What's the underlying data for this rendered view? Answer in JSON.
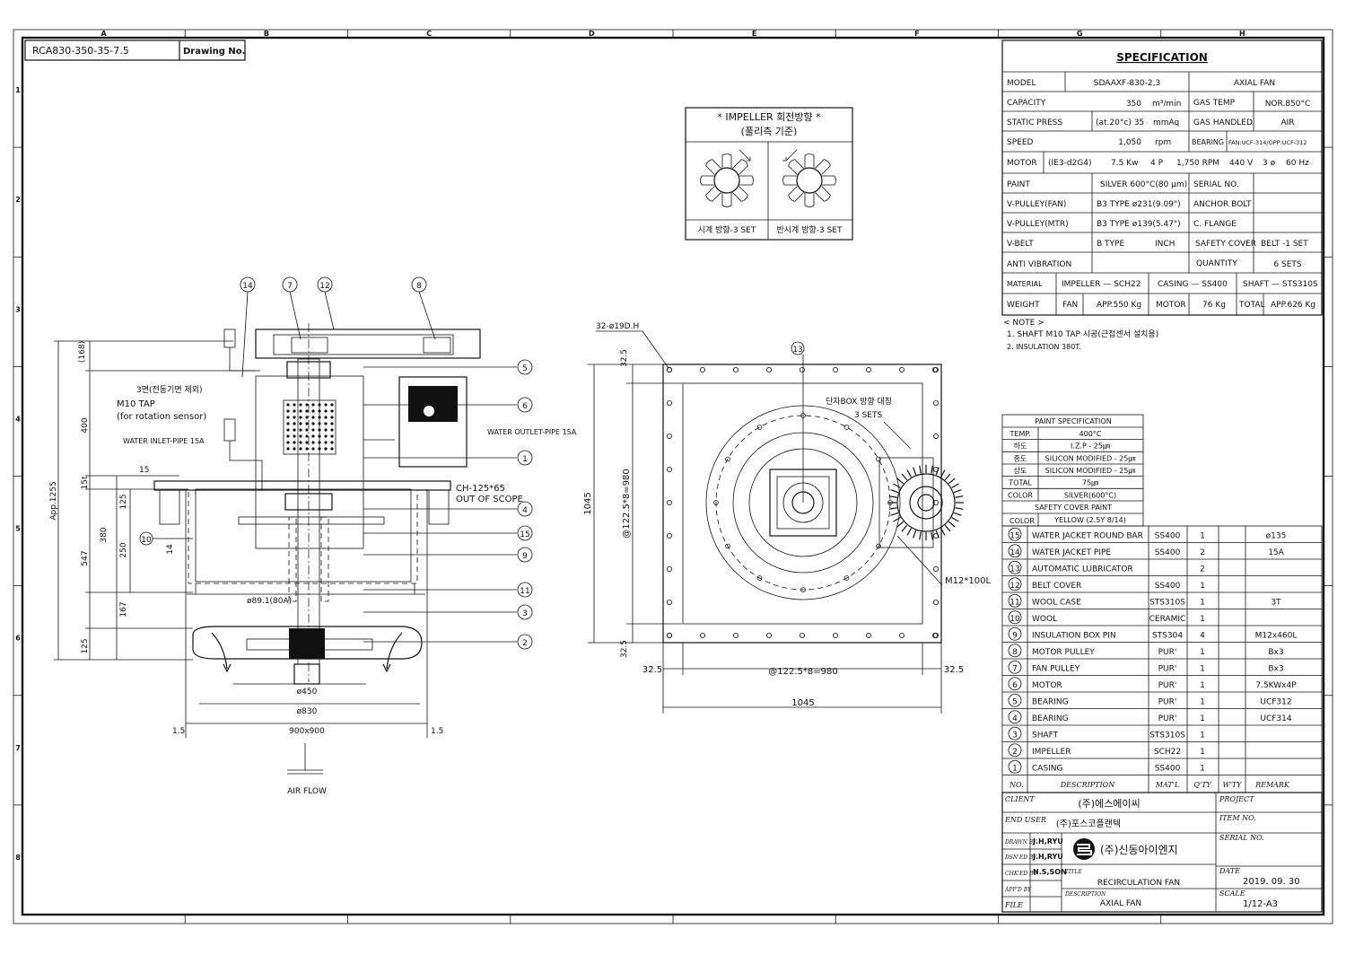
{
  "drawing_no": {
    "label": "Drawing No.",
    "value": "RCA830-350-35-7.5"
  },
  "border": {
    "cols": [
      "A",
      "B",
      "C",
      "D",
      "E",
      "F",
      "G",
      "H"
    ],
    "rows": [
      "1",
      "2",
      "3",
      "4",
      "5",
      "6",
      "7",
      "8"
    ]
  },
  "specification": {
    "title": "SPECIFICATION",
    "model_label": "MODEL",
    "model": "SDAAXF-830-2,3",
    "type": "AXIAL FAN",
    "capacity_label": "CAPACITY",
    "capacity": "350",
    "capacity_unit": "m³/min",
    "gas_temp_label": "GAS TEMP",
    "gas_temp": "NOR.850°C",
    "static_press_label": "STATIC PRESS",
    "static_press": "(at.20°c) 35",
    "static_press_unit": "mmAq",
    "gas_handled_label": "GAS HANDLED",
    "gas_handled": "AIR",
    "speed_label": "SPEED",
    "speed": "1,050",
    "speed_unit": "rpm",
    "bearing_label": "BEARING",
    "bearing": "FAN:UCF-314/OPP:UCF-312",
    "motor_label": "MOTOR",
    "motor_type": "(IE3-d2G4)",
    "motor_kw": "7.5 Kw",
    "motor_p": "4 P",
    "motor_rpm": "1,750 RPM",
    "motor_v": "440 V",
    "motor_phase": "3 ø",
    "motor_hz": "60 Hz",
    "paint_label": "PAINT",
    "paint": "SILVER 600°C(80 µm)",
    "serial_label": "SERIAL NO.",
    "vpulley_fan_label": "V-PULLEY(FAN)",
    "vpulley_fan": "B3 TYPE  ø231(9.09\")",
    "anchor_label": "ANCHOR BOLT",
    "vpulley_mtr_label": "V-PULLEY(MTR)",
    "vpulley_mtr": "B3 TYPE  ø139(5.47\")",
    "cflange_label": "C. FLANGE",
    "vbelt_label": "V-BELT",
    "vbelt": "B  TYPE",
    "vbelt_unit": "INCH",
    "safety_cover_label": "SAFETY COVER",
    "safety_cover": "BELT -1 SET",
    "anti_vib_label": "ANTI VIBRATION",
    "quantity_label": "QUANTITY",
    "quantity": "6 SETS",
    "material_label": "MATERIAL",
    "mat_impeller": "IMPELLER — SCH22",
    "mat_casing": "CASING — SS400",
    "mat_shaft": "SHAFT — STS310S",
    "weight_label": "WEIGHT",
    "w_fan_label": "FAN",
    "w_fan": "APP.550 Kg",
    "w_motor_label": "MOTOR",
    "w_motor": "76  Kg",
    "w_total_label": "TOTAL",
    "w_total": "APP.626 Kg"
  },
  "notes": {
    "title": "< NOTE >",
    "n1": "1. SHAFT M10 TAP 시공(근접센서 설치용)",
    "n2": "2. INSULATION 380T."
  },
  "impeller_box": {
    "title": "* IMPELLER 회전방향 *",
    "subtitle": "(풀리측 기준)",
    "cw": "시계 방향-3 SET",
    "ccw": "반시계 방향-3 SET"
  },
  "paint_spec": {
    "title": "PAINT SPECIFICATION",
    "rows": [
      [
        "TEMP.",
        "400°C"
      ],
      [
        "하도",
        "I.Z.P - 25㎛"
      ],
      [
        "중도",
        "SILICON MODIFIED - 25㎛"
      ],
      [
        "상도",
        "SILICON MODIFIED - 25㎛"
      ],
      [
        "TOTAL",
        "75㎛"
      ],
      [
        "COLOR",
        "SILVER(600°C)"
      ]
    ],
    "safety_title": "SAFETY COVER PAINT",
    "safety_color_label": "COLOR",
    "safety_color": "YELLOW (2.5Y 8/14)"
  },
  "parts": [
    {
      "no": "15",
      "desc": "WATER JACKET ROUND BAR",
      "mat": "SS400",
      "qty": "1",
      "remark": "ø135"
    },
    {
      "no": "14",
      "desc": "WATER JACKET PIPE",
      "mat": "SS400",
      "qty": "2",
      "remark": "15A"
    },
    {
      "no": "13",
      "desc": "AUTOMATIC LUBRICATOR",
      "mat": "",
      "qty": "2",
      "remark": ""
    },
    {
      "no": "12",
      "desc": "BELT COVER",
      "mat": "SS400",
      "qty": "1",
      "remark": ""
    },
    {
      "no": "11",
      "desc": "WOOL CASE",
      "mat": "STS310S",
      "qty": "1",
      "remark": "3T"
    },
    {
      "no": "10",
      "desc": "WOOL",
      "mat": "CERAMIC",
      "qty": "1",
      "remark": ""
    },
    {
      "no": "9",
      "desc": "INSULATION BOX PIN",
      "mat": "STS304",
      "qty": "4",
      "remark": "M12x460L"
    },
    {
      "no": "8",
      "desc": "MOTOR PULLEY",
      "mat": "PUR'",
      "qty": "1",
      "remark": "Bx3"
    },
    {
      "no": "7",
      "desc": "FAN PULLEY",
      "mat": "PUR'",
      "qty": "1",
      "remark": "Bx3"
    },
    {
      "no": "6",
      "desc": "MOTOR",
      "mat": "PUR'",
      "qty": "1",
      "remark": "7.5KWx4P"
    },
    {
      "no": "5",
      "desc": "BEARING",
      "mat": "PUR'",
      "qty": "1",
      "remark": "UCF312"
    },
    {
      "no": "4",
      "desc": "BEARING",
      "mat": "PUR'",
      "qty": "1",
      "remark": "UCF314"
    },
    {
      "no": "3",
      "desc": "SHAFT",
      "mat": "STS310S",
      "qty": "1",
      "remark": ""
    },
    {
      "no": "2",
      "desc": "IMPELLER",
      "mat": "SCH22",
      "qty": "1",
      "remark": ""
    },
    {
      "no": "1",
      "desc": "CASING",
      "mat": "SS400",
      "qty": "1",
      "remark": ""
    }
  ],
  "parts_header": {
    "no": "NO.",
    "desc": "DESCRIPTION",
    "mat": "MAT'L",
    "qty": "Q'TY",
    "wt": "W'TY",
    "remark": "REMARK"
  },
  "title_block": {
    "client_label": "CLIENT",
    "client": "(주)에스에이씨",
    "end_user_label": "END USER",
    "end_user": "(주)포스코플랜텍",
    "project_label": "PROJECT",
    "item_label": "ITEM NO.",
    "serial_label": "SERIAL NO.",
    "drawn_label": "DRAWN BY",
    "drawn": "J.H,RYU",
    "designed_label": "DSN'ED BY",
    "designed": "J.H,RYU",
    "checked_label": "CHK'ED BY",
    "checked": "N.S,SON",
    "approved_label": "APP'D BY",
    "file_label": "FILE",
    "company": "(주)신동아이엔지",
    "title_label": "TITLE",
    "title": "RECIRCULATION  FAN",
    "desc_label": "DESCRIPTION",
    "desc": "AXIAL  FAN",
    "date_label": "DATE",
    "date": "2019. 09. 30",
    "scale_label": "SCALE",
    "scale": "1/12-A3"
  },
  "side_view": {
    "balloons_top": [
      "14",
      "7",
      "12",
      "8"
    ],
    "labels": {
      "m10_a": "3면(전동기면 제외)",
      "m10_b": "M10 TAP",
      "m10_c": "(for rotation sensor)",
      "water_inlet": "WATER INLET-PIPE 15A",
      "water_outlet": "WATER OUTLET-PIPE 15A",
      "channel": "CH-125*65",
      "out_of_scope": "OUT OF SCOPE",
      "shaft_dia": "ø89.1(80A)",
      "d450": "ø450",
      "d830": "ø830",
      "d900": "900x900",
      "m15a": "1.5",
      "m15b": "1.5",
      "air_flow": "AIR FLOW"
    },
    "dims": {
      "d168": "(168)",
      "d400": "400",
      "d15t": "15t",
      "d15": "15",
      "d125a": "125",
      "d380": "380",
      "d250": "250",
      "d547": "547",
      "d14": "14",
      "d167": "167",
      "d125b": "125",
      "app1255": "App.1255"
    },
    "balloons_right": [
      "5",
      "6",
      "1",
      "4",
      "15",
      "9",
      "11",
      "3",
      "2"
    ],
    "balloon_left": "10"
  },
  "plan_view": {
    "holes": "32-ø19D.H",
    "balloon": "13",
    "terminal_a": "단자BOX 방향 대칭",
    "terminal_b": "3 SETS",
    "bolt": "M12*100L",
    "d1045v": "1045",
    "pitch_v": "@122.5*8=980",
    "d325a": "32.5",
    "d325b": "32.5",
    "d325c": "32.5",
    "d325d": "32.5",
    "pitch_h": "@122.5*8=980",
    "d1045h": "1045"
  }
}
